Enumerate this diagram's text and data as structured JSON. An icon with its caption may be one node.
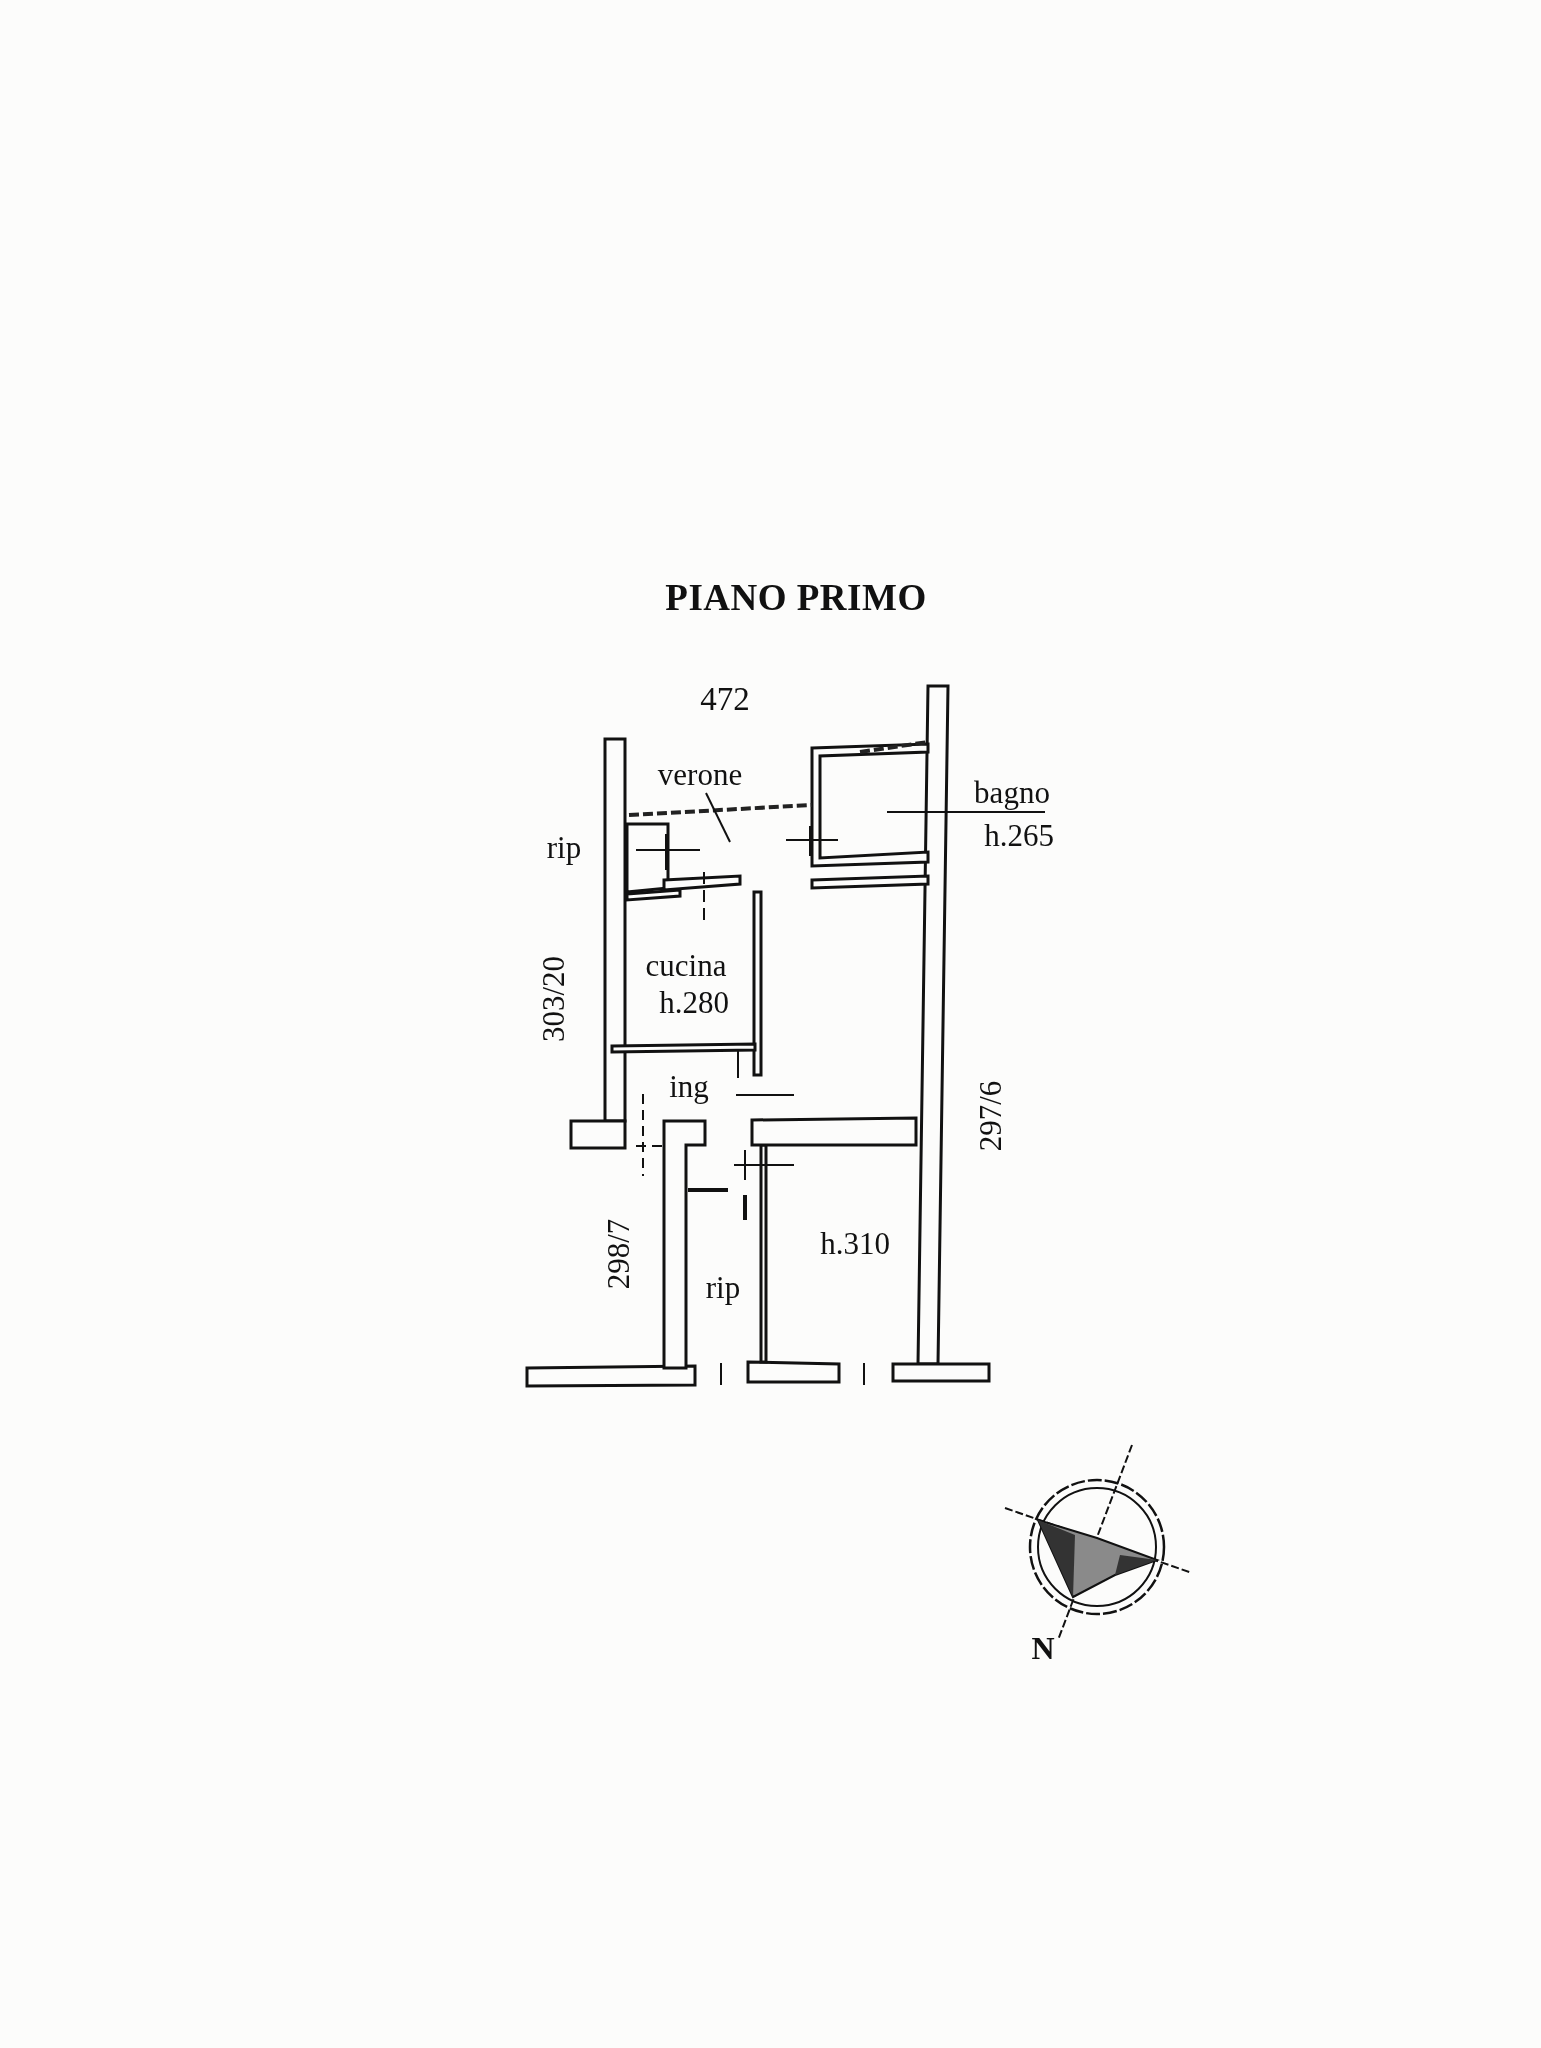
{
  "diagram": {
    "title": "PIANO PRIMO",
    "labels": [
      "472",
      "verone",
      "bagno",
      "h.265",
      "rip",
      "cucina",
      "h.280",
      "303/20",
      "ing",
      "297/6",
      "h.310",
      "298/7",
      "rip",
      "N"
    ]
  }
}
